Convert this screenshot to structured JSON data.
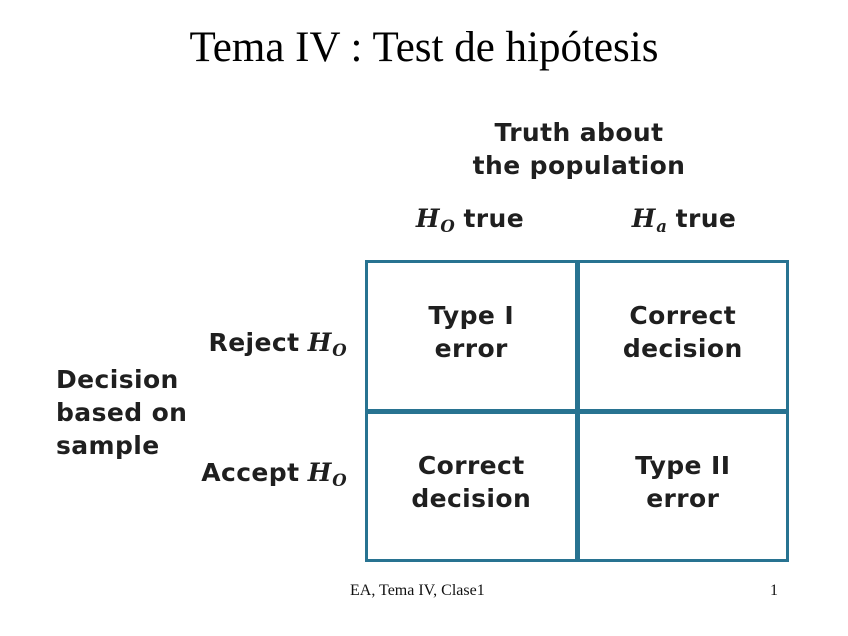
{
  "slide": {
    "title": "Tema IV : Test de hipótesis",
    "footer_left": "EA, Tema IV, Clase1",
    "page_number": "1"
  },
  "diagram": {
    "column_axis_title": "Truth about\nthe population",
    "row_axis_title": "Decision\nbased on\nsample",
    "column_headers": [
      {
        "symbol": "H",
        "subscript": "O",
        "label": "true"
      },
      {
        "symbol": "H",
        "subscript": "a",
        "label": "true"
      }
    ],
    "row_headers": [
      {
        "label": "Reject",
        "symbol": "H",
        "subscript": "O"
      },
      {
        "label": "Accept",
        "symbol": "H",
        "subscript": "O"
      }
    ],
    "cells": {
      "top_left": "Type I\nerror",
      "top_right": "Correct\ndecision",
      "bottom_left": "Correct\ndecision",
      "bottom_right": "Type II\nerror"
    },
    "colors": {
      "table_border": "#287391",
      "text": "#1f1f1f"
    }
  }
}
